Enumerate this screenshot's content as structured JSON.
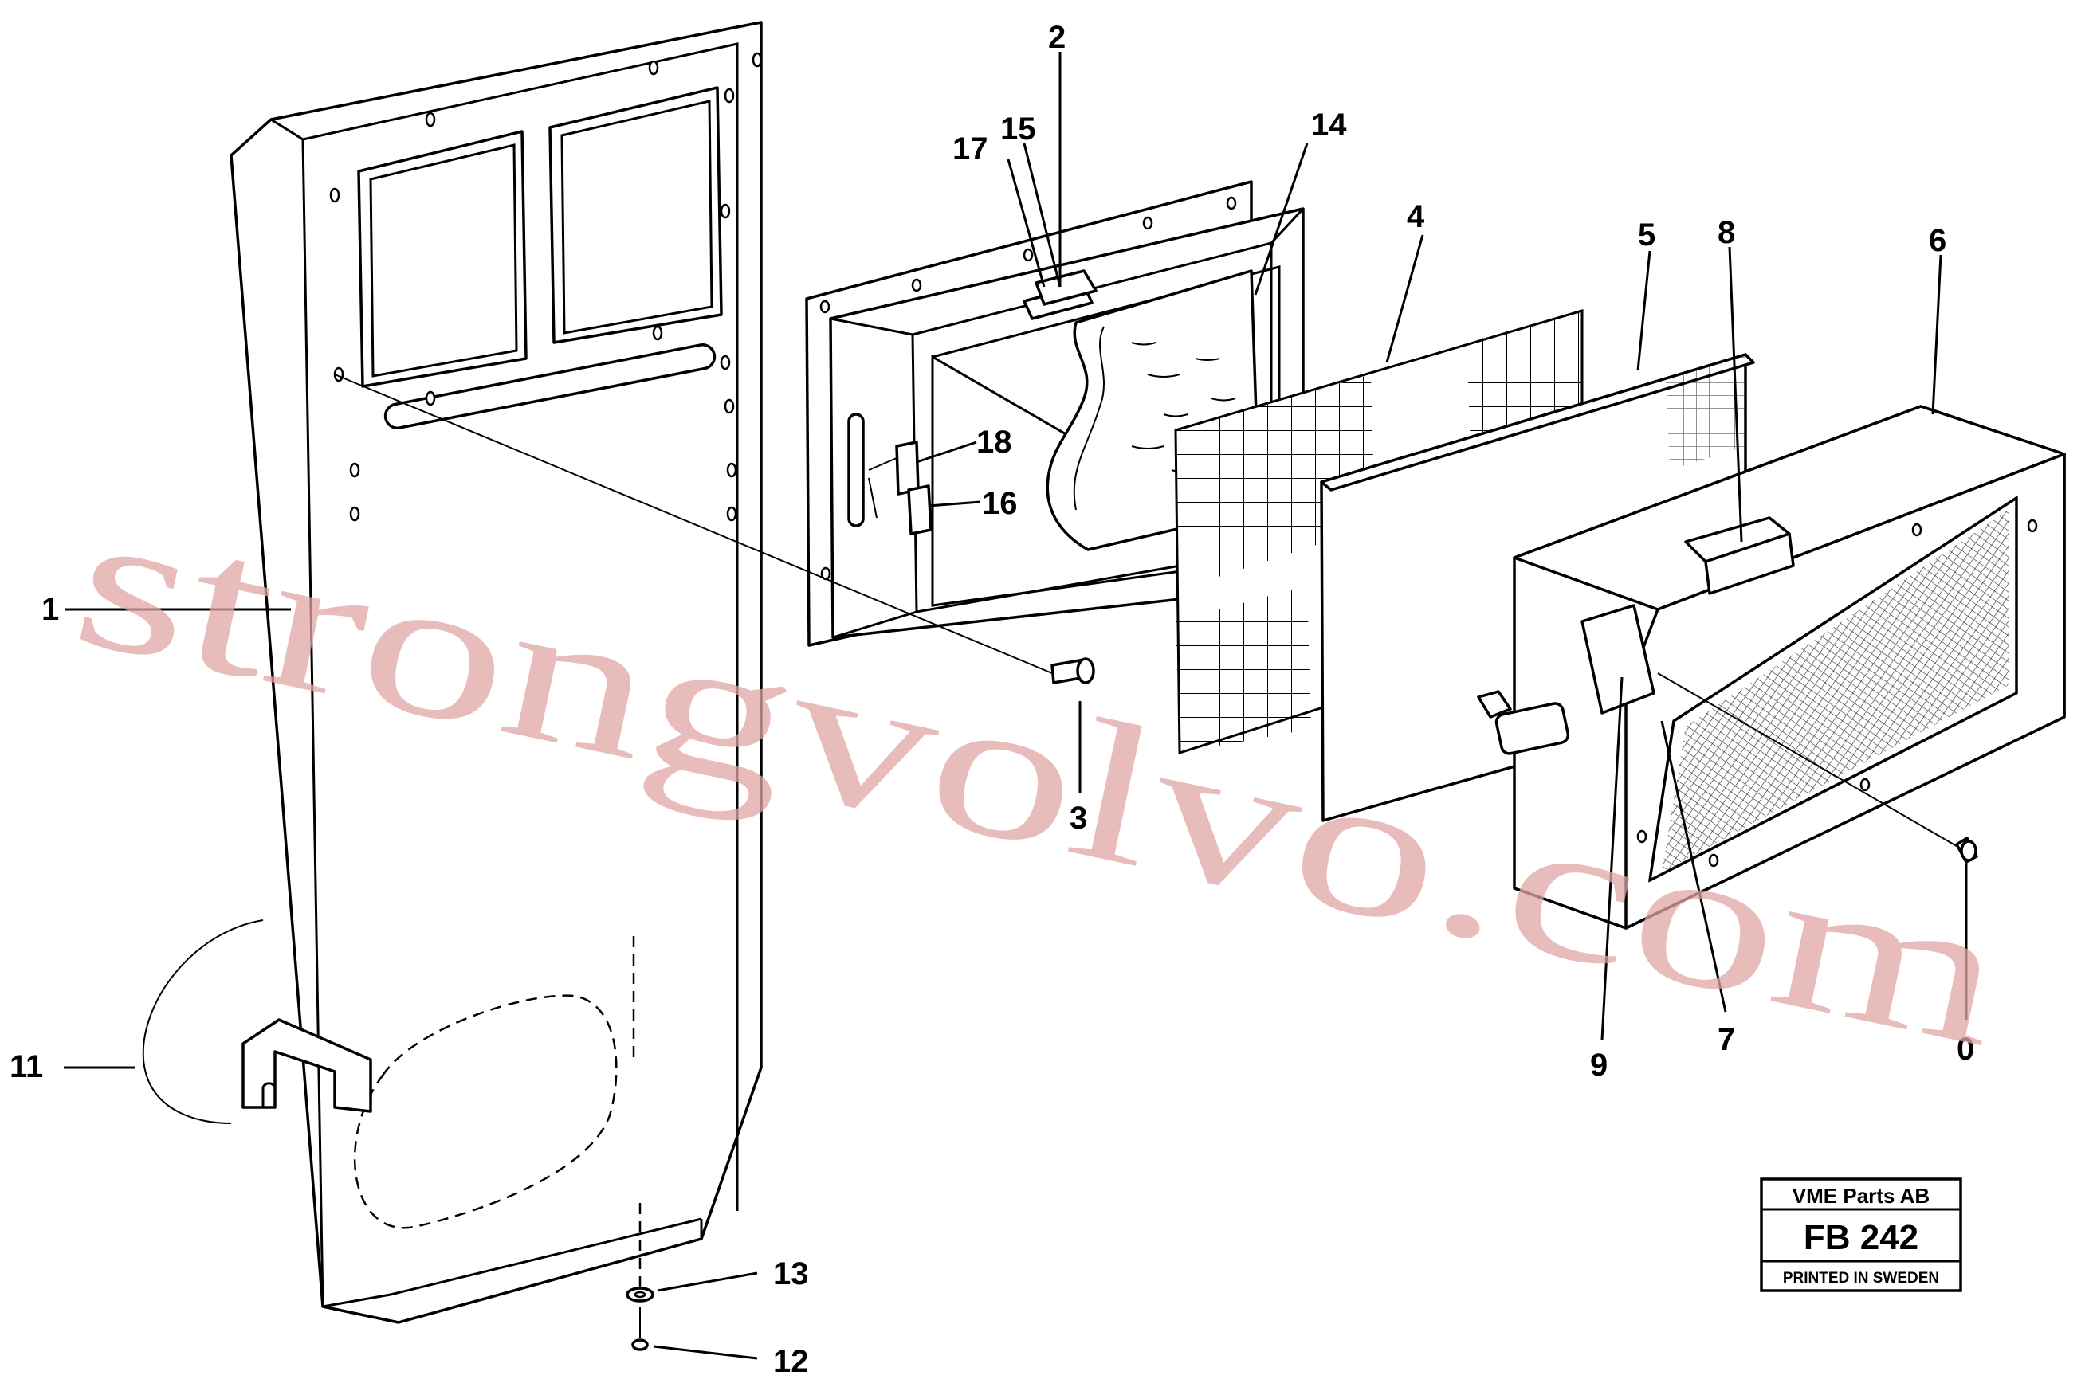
{
  "callouts": {
    "c1": "1",
    "c2": "2",
    "c3": "3",
    "c4": "4",
    "c5": "5",
    "c6": "6",
    "c7": "7",
    "c8": "8",
    "c9": "9",
    "c10": "0",
    "c11": "11",
    "c12": "12",
    "c13": "13",
    "c14": "14",
    "c15": "15",
    "c16": "16",
    "c17": "17",
    "c18": "18"
  },
  "stamp": {
    "company": "VME Parts AB",
    "code": "FB 242",
    "printed": "PRINTED IN SWEDEN"
  },
  "watermark": "strongvolvo.com"
}
